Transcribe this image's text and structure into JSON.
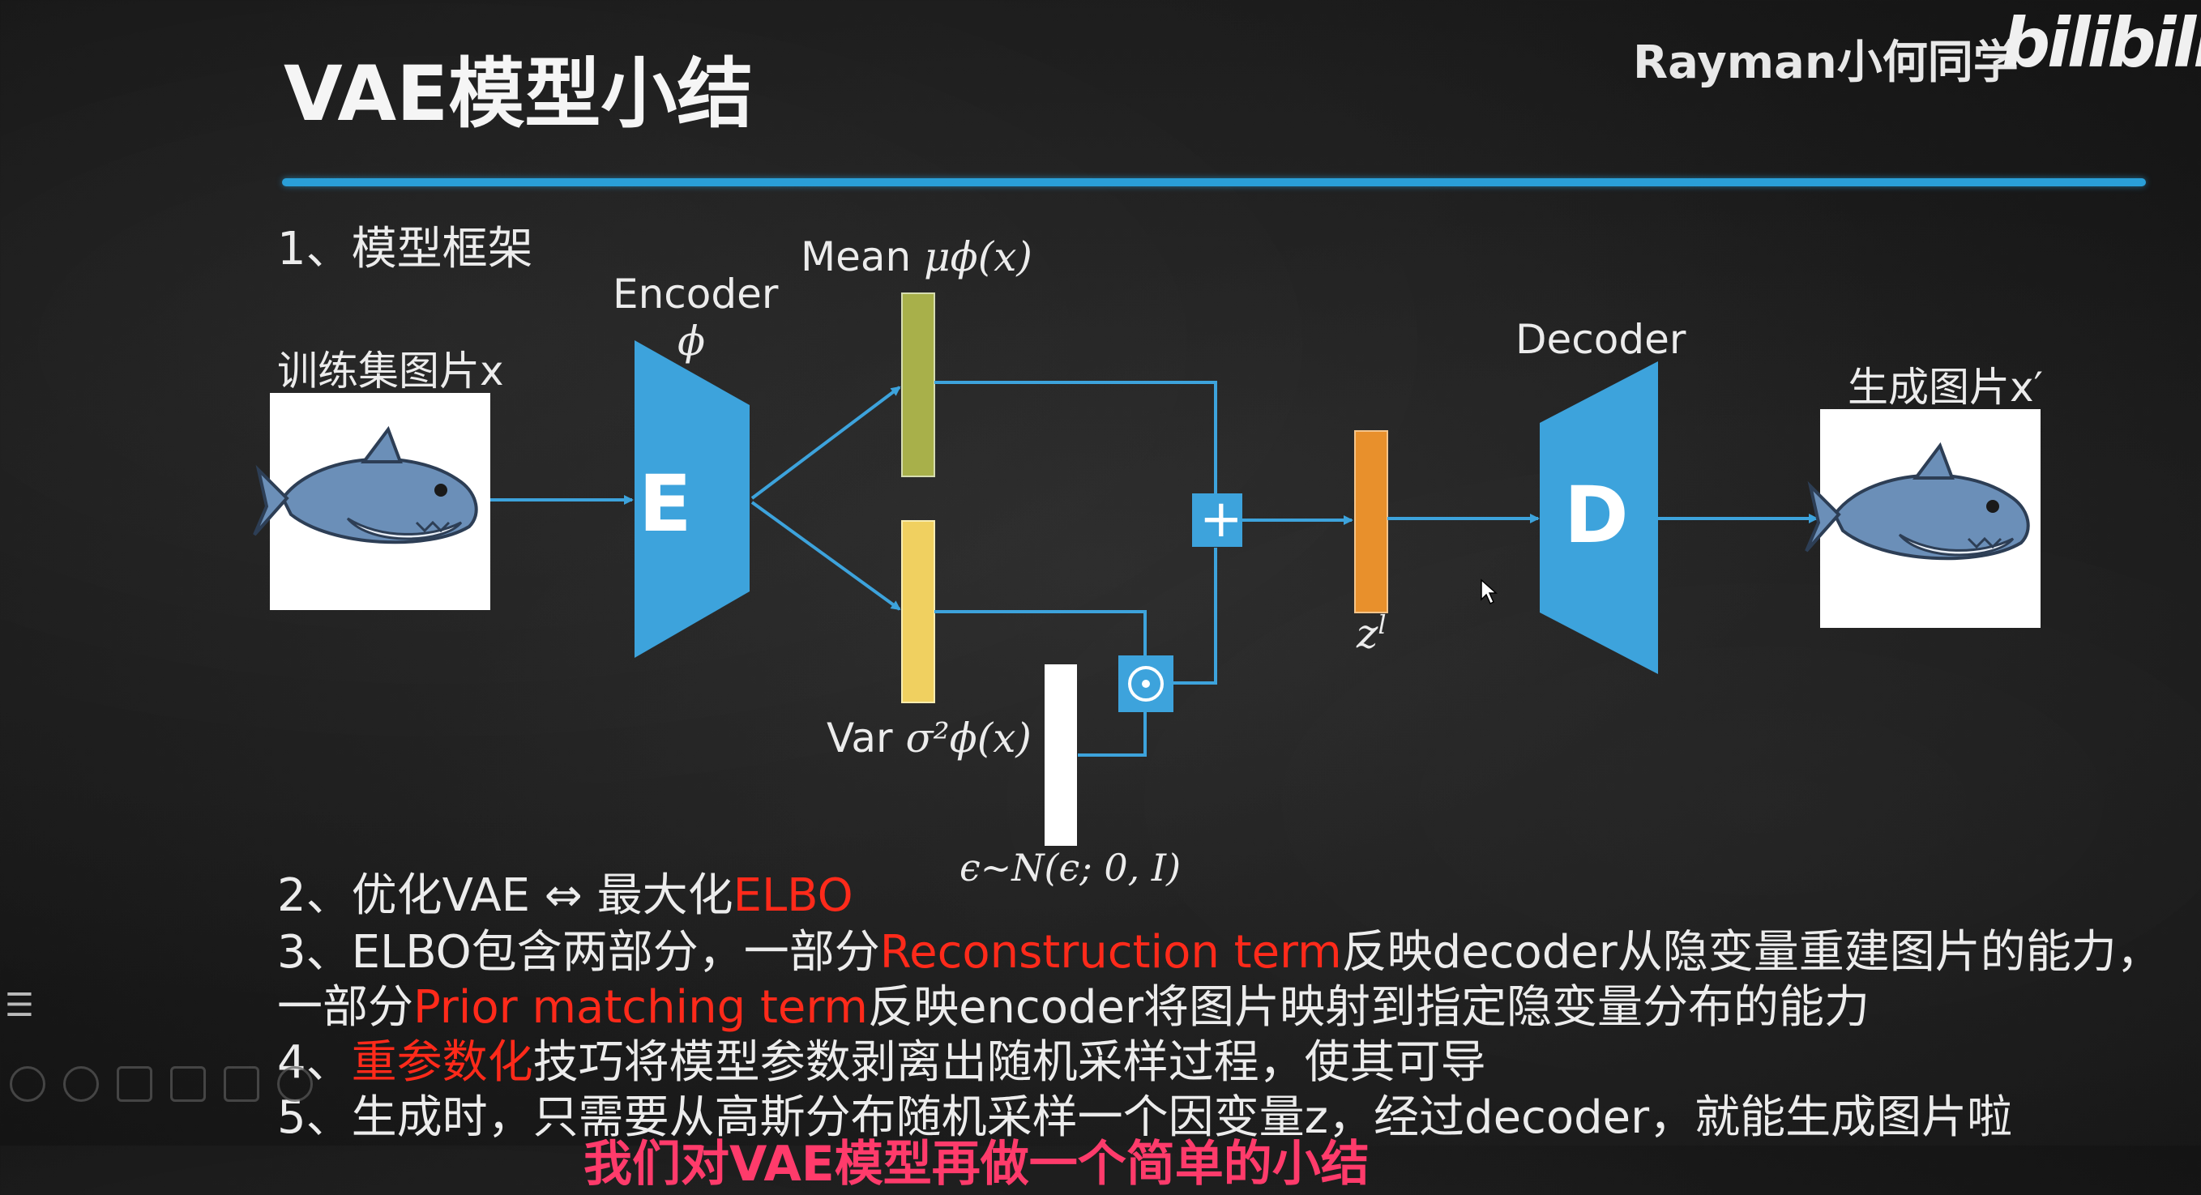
{
  "title": "VAE模型小结",
  "brand": {
    "author": "Rayman小何同学",
    "logo_text": "bilibili"
  },
  "section1": "1、模型框架",
  "diagram": {
    "input_label": "训练集图片x",
    "encoder_label": "Encoder",
    "encoder_param": "ϕ",
    "encoder_letter": "E",
    "mean_label_prefix": "Mean",
    "mean_math": "μϕ(x)",
    "var_label_prefix": "Var",
    "var_math": "σ²ϕ(x)",
    "noise_label": "ϵ~N(ϵ; 0, I)",
    "plus_symbol": "+",
    "odot_symbol": "⊙",
    "latent_label": "z",
    "latent_superscript": "l",
    "decoder_label": "Decoder",
    "decoder_letter": "D",
    "output_label": "生成图片x′",
    "colors": {
      "accent": "#3da3dc",
      "mean_bar": "#a8b04a",
      "var_bar": "#f0d060",
      "latent_bar": "#e8902c",
      "noise_bar": "#ffffff",
      "shark_body": "#6b8fb8",
      "shark_belly": "#e8eef6"
    }
  },
  "points": [
    {
      "prefix": "2、优化VAE ⇔ 最大化",
      "highlight": "ELBO",
      "suffix": ""
    },
    {
      "prefix": "3、ELBO包含两部分，一部分",
      "highlight": "Reconstruction term",
      "suffix": "反映decoder从隐变量重建图片的能力，"
    },
    {
      "prefix": "一部分",
      "highlight": "Prior matching term",
      "suffix": "反映encoder将图片映射到指定隐变量分布的能力"
    },
    {
      "prefix": "4、",
      "highlight": "重参数化",
      "suffix": "技巧将模型参数剥离出随机采样过程，使其可导"
    },
    {
      "prefix": "5、生成时，只需要从高斯分布随机采样一个因变量z，经过decoder，就能生成图片啦",
      "highlight": "",
      "suffix": ""
    }
  ],
  "subtitle": "我们对VAE模型再做一个简单的小结",
  "icons": [
    "list-icon",
    "prev-icon",
    "play-icon",
    "pen-icon",
    "screenshot-icon",
    "screen-icon",
    "more-icon"
  ]
}
